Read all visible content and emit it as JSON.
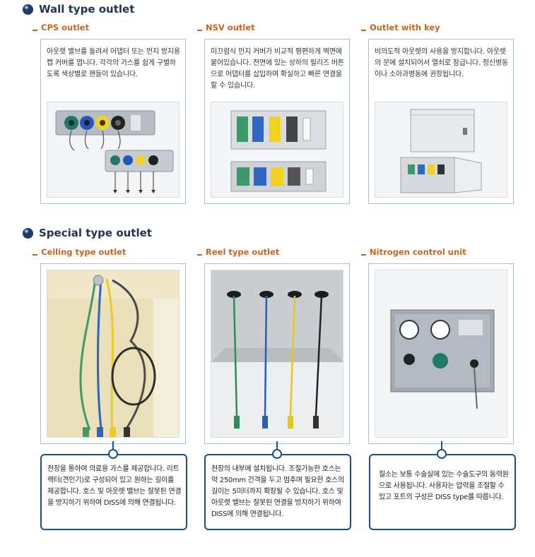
{
  "sections": [
    {
      "title": "Wall type outlet",
      "items": [
        {
          "subtitle": "CPS outlet",
          "description": "아웃렛 밸브를 돌려서 어댑터 또는 먼지 방지용캡 커버를 엽니다. 각각의 가스를 쉽게 구별하도록 색상별로 핸들이 있습니다."
        },
        {
          "subtitle": "NSV outlet",
          "description": "미끄럼식 먼지 커버가 비교적 평편하게 벽면에 붙어있습니다. 전면에 있는 상하의 릴리즈 버튼으로 어댑터를 삽입하여 확실하고 빠른 연결을 할 수 있습니다."
        },
        {
          "subtitle": "Outlet with key",
          "description": "비의도적 아웃렛의 사용을 방지합니다. 아웃렛의 문에 설치되어서 열쇠로 잠급니다. 정신병동이나 소아과병동에 권장됩니다."
        }
      ]
    },
    {
      "title": "Special type outlet",
      "items": [
        {
          "subtitle": "Ceiling type outlet",
          "description": "천장을 통하여 의료용 가스를 제공합니다. 리트랙터(견인기)로 구성되어 있고 원하는 길이를 제공합니다. 호스 및 아웃렛 밸브는 잘못된 연결을 방지하기 위하여 DISS에 의해 연결됩니다."
        },
        {
          "subtitle": "Reel type outlet",
          "description": "천장의 내부에 설치됩니다. 조절가능한 호스는 약 250mm 간격을 두고 멈추며 필요한 호스의 길이는 5미터까지 확장될 수 있습니다. 호스 및 아웃렛 밸브는 잘못된 연결을 방지하기 위하여 DISS에 의해 연결됩니다."
        },
        {
          "subtitle": "Nitrogen control unit",
          "description": "질소는 보통 수술실에 있는 수술도구의 동력원으로 사용됩니다. 사용자는 압력을 조절할 수 있고 포트의 구성은 DISS type를 따릅니다."
        }
      ]
    }
  ],
  "colors": {
    "title": "#1f3553",
    "subtitle": "#c8641e",
    "border": "#a9c1da",
    "bubble": "#1b4f86"
  }
}
